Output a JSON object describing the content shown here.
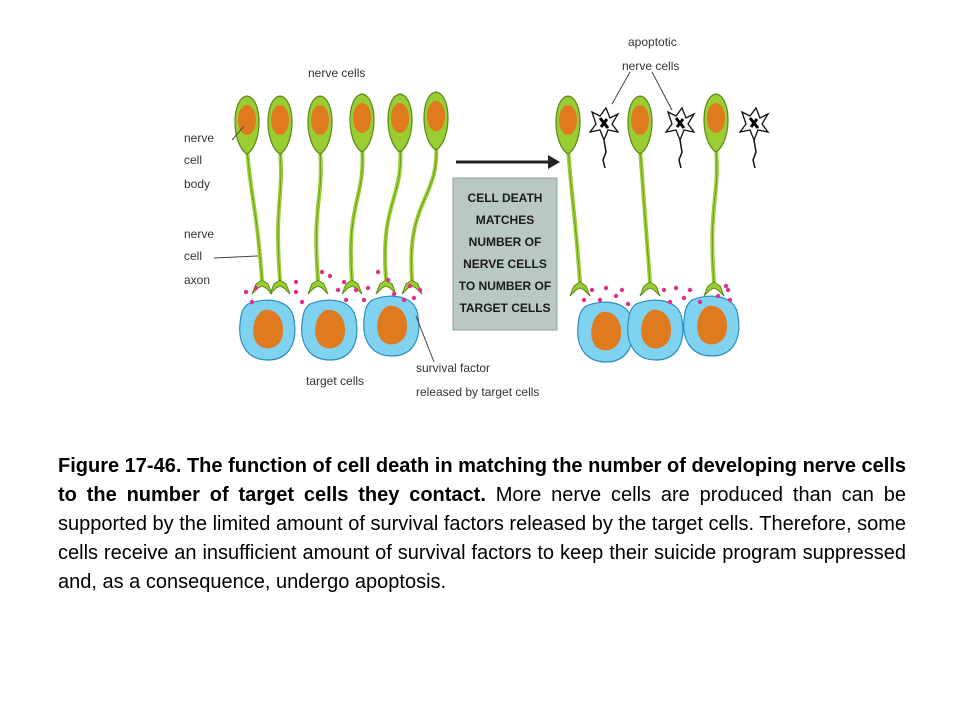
{
  "diagram": {
    "labels": {
      "nerve_cells": "nerve cells",
      "apoptotic_line1": "apoptotic",
      "apoptotic_line2": "nerve cells",
      "body_line1": "nerve",
      "body_line2": "cell",
      "body_line3": "body",
      "axon_line1": "nerve",
      "axon_line2": "cell",
      "axon_line3": "axon",
      "target_cells": "target cells",
      "survival_line1": "survival factor",
      "survival_line2": "released by target cells"
    },
    "box_lines": [
      "CELL DEATH",
      "MATCHES",
      "NUMBER OF",
      "NERVE CELLS",
      "TO NUMBER OF",
      "TARGET CELLS"
    ],
    "colors": {
      "neuron_fill": "#9acd32",
      "neuron_stroke": "#5a8a18",
      "nucleus": "#e07a1f",
      "target_fill": "#7fd3f0",
      "target_stroke": "#2a8fbf",
      "survival_dots": "#e0308a",
      "box_fill": "#b9c8c4"
    }
  },
  "caption": {
    "title": "Figure 17-46. The function of cell death in matching the number of developing nerve cells to the number of target cells they contact.",
    "body": " More nerve cells are produced than can be supported by the limited amount of survival factors released by the target cells. Therefore, some cells receive an insufficient amount of survival factors to keep their suicide program suppressed and, as a consequence, undergo apoptosis."
  }
}
